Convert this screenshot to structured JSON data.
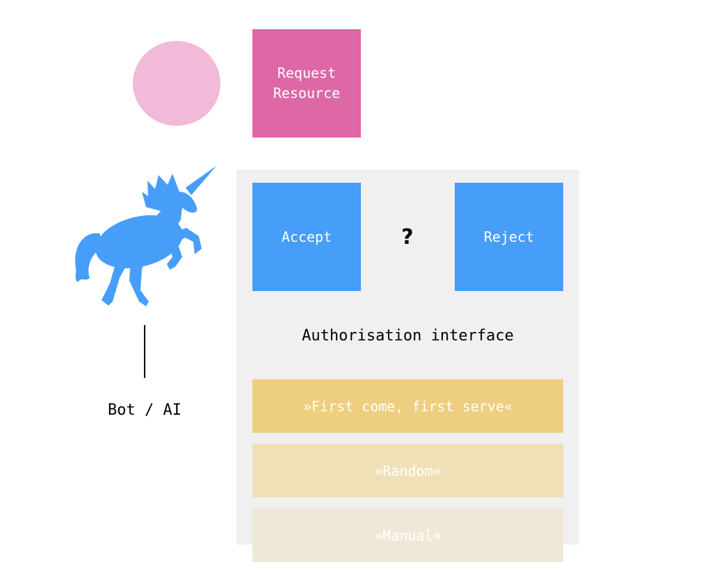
{
  "resource": {
    "label": "Request\nResource"
  },
  "decision": {
    "accept_label": "Accept",
    "reject_label": "Reject",
    "question_mark": "?"
  },
  "interface": {
    "title": "Authorisation interface",
    "options": [
      "»First come, first serve«",
      "»Random«",
      "»Manual«"
    ]
  },
  "actor": {
    "label": "Bot / AI",
    "icon": "unicorn-icon"
  },
  "colors": {
    "pink_circle": "#f0bad8",
    "request_box": "#de68a6",
    "blue_box": "#479ef8",
    "panel": "#f0f0f0",
    "option_1": "#eecf80",
    "option_2": "#f0e0b8",
    "option_3": "#f0e8d6"
  }
}
